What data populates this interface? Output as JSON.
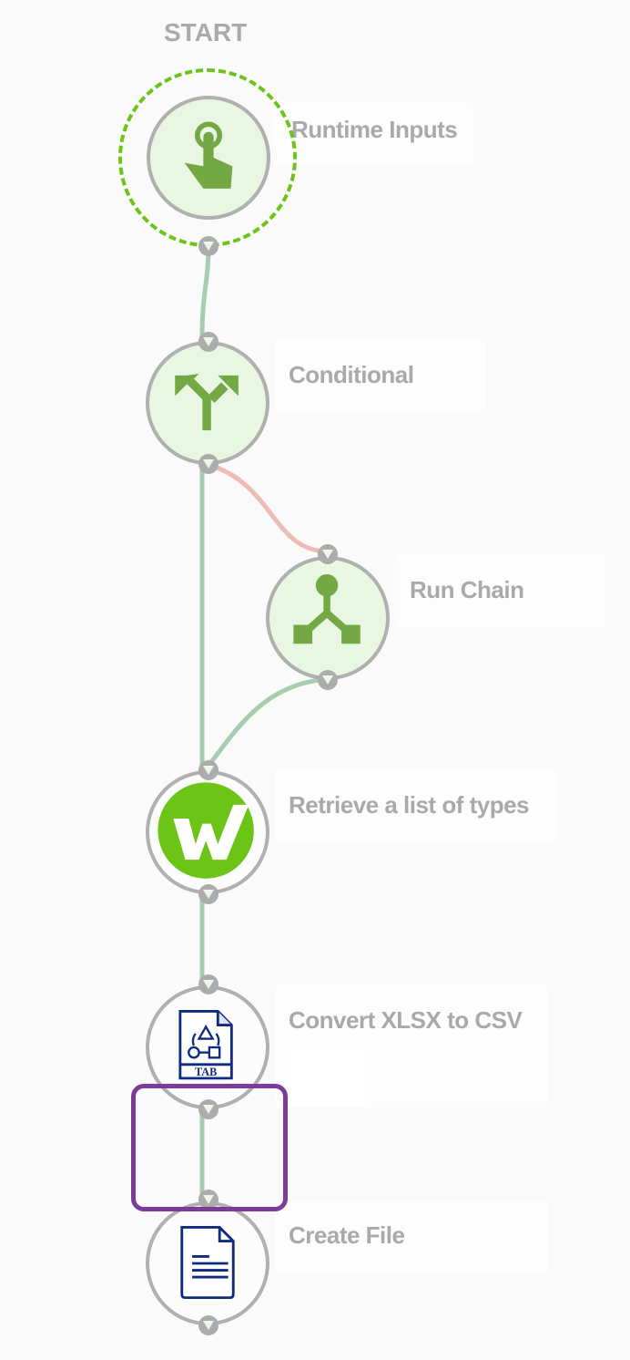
{
  "start_label": "START",
  "nodes": [
    {
      "id": "runtime-inputs",
      "label": "Runtime Inputs",
      "icon": "hand-pointer-icon"
    },
    {
      "id": "conditional",
      "label": "Conditional",
      "icon": "fork-arrows-icon"
    },
    {
      "id": "run-chain",
      "label": "Run Chain",
      "icon": "chain-branch-icon"
    },
    {
      "id": "retrieve-types",
      "label": "Retrieve a list of types",
      "icon": "workato-w-icon"
    },
    {
      "id": "convert-xlsx",
      "label": "Convert XLSX to CSV",
      "icon": "tab-file-icon",
      "icon_text": "TAB"
    },
    {
      "id": "create-file",
      "label": "Create File",
      "icon": "document-icon"
    }
  ],
  "links": [
    {
      "from": "runtime-inputs",
      "to": "conditional",
      "status": "success"
    },
    {
      "from": "conditional",
      "to": "run-chain",
      "status": "failure"
    },
    {
      "from": "conditional",
      "to": "retrieve-types",
      "status": "success"
    },
    {
      "from": "run-chain",
      "to": "retrieve-types",
      "status": "success"
    },
    {
      "from": "retrieve-types",
      "to": "convert-xlsx",
      "status": "success"
    },
    {
      "from": "convert-xlsx",
      "to": "create-file",
      "status": "success",
      "selected": true
    }
  ],
  "colors": {
    "success_link": "#a6cdb0",
    "failure_link": "#eebcb6",
    "node_icon": "#74a845",
    "start_ring": "#6cc417",
    "selection": "#7b3b98",
    "file_icon": "#0f2a80",
    "workato_green": "#6cc417"
  }
}
